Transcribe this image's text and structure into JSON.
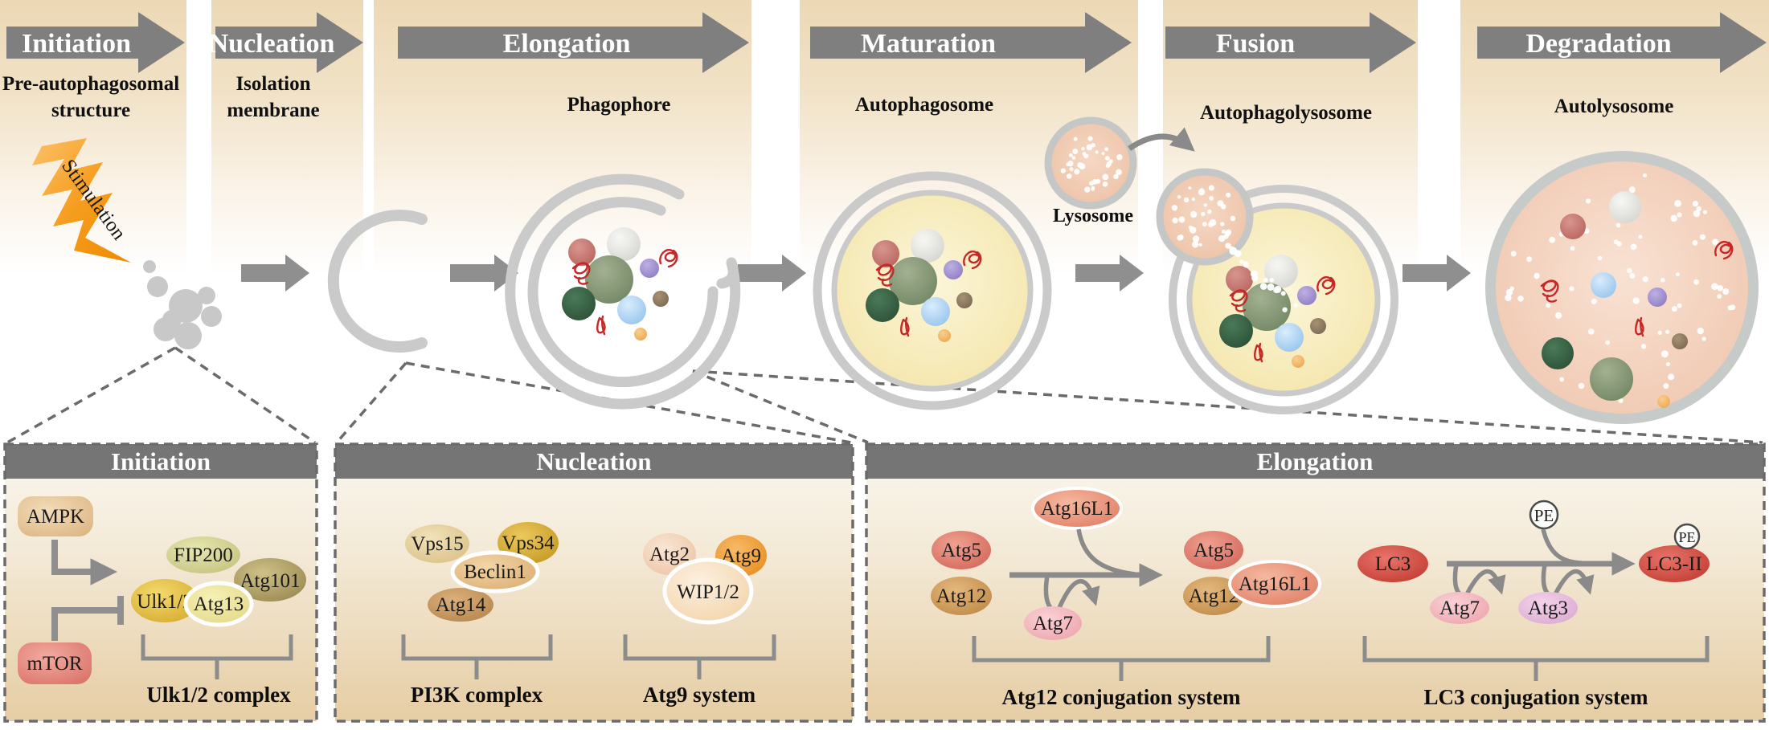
{
  "stages": [
    {
      "name": "Initiation",
      "sublabel_line1": "Pre-autophagosomal",
      "sublabel_line2": "structure"
    },
    {
      "name": "Nucleation",
      "sublabel_line1": "Isolation",
      "sublabel_line2": "membrane"
    },
    {
      "name": "Elongation",
      "sublabel": "Phagophore"
    },
    {
      "name": "Maturation",
      "sublabel": "Autophagosome"
    },
    {
      "name": "Fusion",
      "sublabel": "Autophagolysosome"
    },
    {
      "name": "Degradation",
      "sublabel": "Autolysosome"
    }
  ],
  "illustration": {
    "stimulation_label": "Stimulation",
    "lysosome_label": "Lysosome"
  },
  "panels": {
    "initiation": {
      "title": "Initiation",
      "ampk": "AMPK",
      "mtor": "mTOR",
      "ulk12": "Ulk1/2",
      "fip200": "FIP200",
      "atg13": "Atg13",
      "atg101": "Atg101",
      "complex_label": "Ulk1/2 complex"
    },
    "nucleation": {
      "title": "Nucleation",
      "vps15": "Vps15",
      "vps34": "Vps34",
      "beclin1": "Beclin1",
      "atg14": "Atg14",
      "pi3k_label": "PI3K complex",
      "atg2": "Atg2",
      "atg9": "Atg9",
      "wip12": "WIP1/2",
      "atg9_label": "Atg9 system"
    },
    "elongation": {
      "title": "Elongation",
      "atg16l1": "Atg16L1",
      "atg5": "Atg5",
      "atg12": "Atg12",
      "atg7": "Atg7",
      "atg5_r": "Atg5",
      "atg12_r": "Atg12",
      "atg16l1_r": "Atg16L1",
      "atg12_label": "Atg12 conjugation system",
      "lc3": "LC3",
      "pe": "PE",
      "atg7_2": "Atg7",
      "atg3": "Atg3",
      "lc3ii": "LC3-II",
      "pe_2": "PE",
      "lc3_label": "LC3 conjugation system"
    }
  },
  "colors": {
    "stage_arrow_gray": "#7f7f7f",
    "band_tan": "#ecd8b5",
    "panel_header_gray": "#757575",
    "membrane_gray": "#c9cac9",
    "bolt_orange": "#f59d1e",
    "protein_red": "#c8453a",
    "squiggle_red": "#c62828"
  }
}
